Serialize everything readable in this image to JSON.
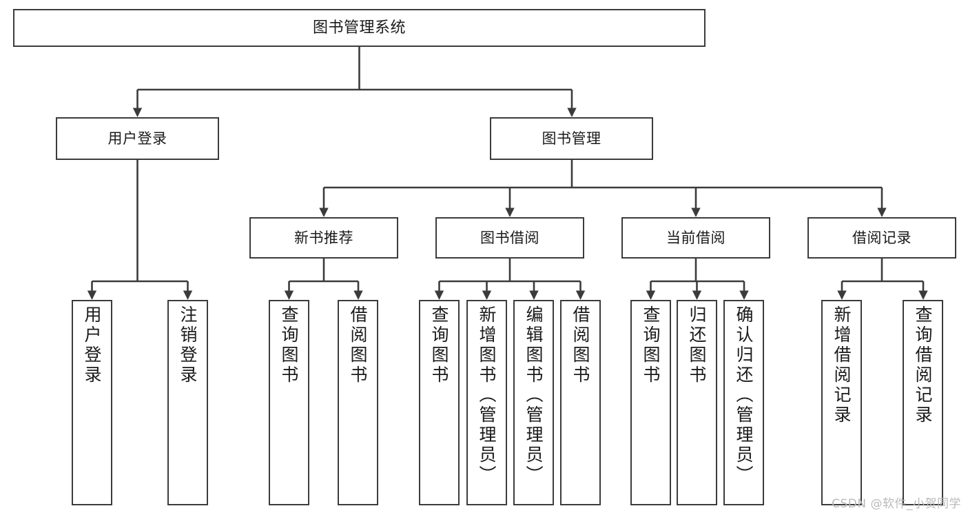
{
  "diagram": {
    "title": "图书管理系统",
    "type": "tree-hierarchy",
    "watermark": "CSDN @软件_小贺同学",
    "colors": {
      "stroke": "#3b3b3b",
      "fill": "#ffffff",
      "text": "#1a1a1a",
      "watermark": "#b9b9b9"
    }
  },
  "nodes": {
    "root": {
      "label": "图书管理系统"
    },
    "level2": [
      {
        "id": "user-login",
        "label": "用户登录"
      },
      {
        "id": "book-management",
        "label": "图书管理"
      }
    ],
    "level3": [
      {
        "id": "new-book-recommend",
        "label": "新书推荐"
      },
      {
        "id": "book-borrow",
        "label": "图书借阅"
      },
      {
        "id": "current-borrow",
        "label": "当前借阅"
      },
      {
        "id": "borrow-record",
        "label": "借阅记录"
      }
    ],
    "leaves": [
      {
        "id": "leaf-user-login",
        "label": "用户登录",
        "parent": "user-login"
      },
      {
        "id": "leaf-user-logout",
        "label": "注销登录",
        "parent": "user-login"
      },
      {
        "id": "leaf-query-book-1",
        "label": "查询图书",
        "parent": "new-book-recommend"
      },
      {
        "id": "leaf-borrow-book-1",
        "label": "借阅图书",
        "parent": "new-book-recommend"
      },
      {
        "id": "leaf-query-book-2",
        "label": "查询图书",
        "parent": "book-borrow"
      },
      {
        "id": "leaf-add-book-admin",
        "label": "新增图书（管理员）",
        "parent": "book-borrow"
      },
      {
        "id": "leaf-edit-book-admin",
        "label": "编辑图书（管理员）",
        "parent": "book-borrow"
      },
      {
        "id": "leaf-borrow-book-2",
        "label": "借阅图书",
        "parent": "book-borrow"
      },
      {
        "id": "leaf-query-book-3",
        "label": "查询图书",
        "parent": "current-borrow"
      },
      {
        "id": "leaf-return-book",
        "label": "归还图书",
        "parent": "current-borrow"
      },
      {
        "id": "leaf-confirm-return-admin",
        "label": "确认归还（管理员）",
        "parent": "current-borrow"
      },
      {
        "id": "leaf-add-borrow-record",
        "label": "新增借阅记录",
        "parent": "borrow-record"
      },
      {
        "id": "leaf-query-borrow-record",
        "label": "查询借阅记录",
        "parent": "borrow-record"
      }
    ]
  }
}
